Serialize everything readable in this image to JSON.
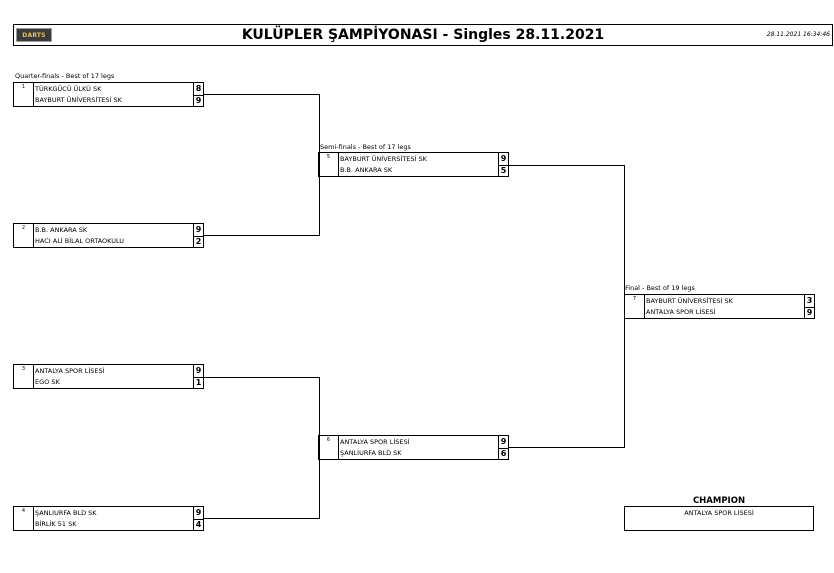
{
  "header": {
    "logo_text": "DARTS",
    "title": "KULÜPLER ŞAMPİYONASI - Singles 28.11.2021",
    "timestamp": "28.11.2021 16:34:46"
  },
  "rounds": {
    "quarter": "Quarter-finals - Best of 17 legs",
    "semi": "Semi-finals - Best of 17 legs",
    "final": "Final - Best of 19 legs"
  },
  "matches": [
    {
      "seed": "1",
      "p1": "TÜRKGÜCÜ ÜLKÜ SK",
      "p2": "BAYBURT ÜNİVERSİTESİ SK",
      "s1": "8",
      "s2": "9"
    },
    {
      "seed": "2",
      "p1": "B.B. ANKARA SK",
      "p2": "HACI ALİ BİLAL ORTAOKULU",
      "s1": "9",
      "s2": "2"
    },
    {
      "seed": "3",
      "p1": "ANTALYA SPOR LİSESİ",
      "p2": "EGO SK",
      "s1": "9",
      "s2": "1"
    },
    {
      "seed": "4",
      "p1": "ŞANLIURFA BLD SK",
      "p2": "BİRLİK 51 SK",
      "s1": "9",
      "s2": "4"
    },
    {
      "seed": "5",
      "p1": "BAYBURT ÜNİVERSİTESİ SK",
      "p2": "B.B. ANKARA SK",
      "s1": "9",
      "s2": "5"
    },
    {
      "seed": "6",
      "p1": "ANTALYA SPOR LİSESİ",
      "p2": "ŞANLIURFA BLD SK",
      "s1": "9",
      "s2": "6"
    },
    {
      "seed": "7",
      "p1": "BAYBURT ÜNİVERSİTESİ SK",
      "p2": "ANTALYA SPOR LİSESİ",
      "s1": "3",
      "s2": "9"
    }
  ],
  "champion": {
    "title": "CHAMPION",
    "name": "ANTALYA SPOR LİSESİ"
  }
}
